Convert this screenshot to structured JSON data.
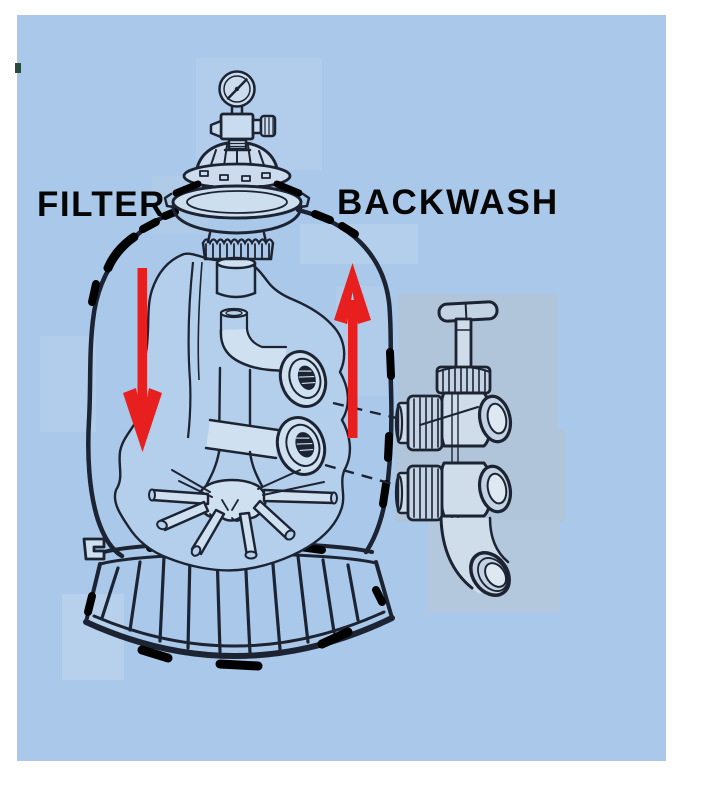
{
  "diagram": {
    "labels": {
      "filter": "FILTER",
      "backwash": "BACKWASH"
    },
    "arrows": [
      {
        "name": "filter-flow-arrow",
        "label": "FILTER",
        "direction": "down"
      },
      {
        "name": "backwash-flow-arrow",
        "label": "BACKWASH",
        "direction": "up"
      }
    ],
    "colors": {
      "paper_blue": "#aac8e9",
      "arrow_red": "#e81f1f",
      "ink": "#1c2433",
      "label_black": "#060606",
      "corner_mark_green": "#2b4a3f"
    }
  }
}
